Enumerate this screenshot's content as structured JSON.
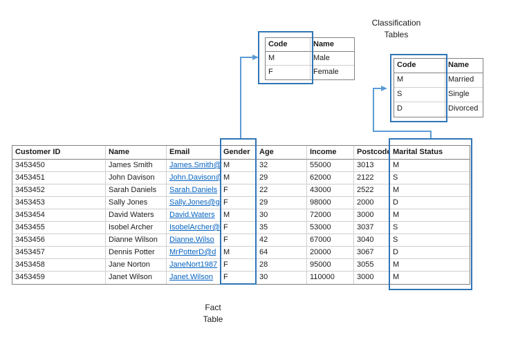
{
  "labels": {
    "classification_line1": "Classification",
    "classification_line2": "Tables",
    "fact_line1": "Fact",
    "fact_line2": "Table"
  },
  "gender_table": {
    "headers": [
      "Code",
      "Name"
    ],
    "rows": [
      [
        "M",
        "Male"
      ],
      [
        "F",
        "Female"
      ]
    ]
  },
  "marital_table": {
    "headers": [
      "Code",
      "Name"
    ],
    "rows": [
      [
        "M",
        "Married"
      ],
      [
        "S",
        "Single"
      ],
      [
        "D",
        "Divorced"
      ]
    ]
  },
  "fact_table": {
    "headers": [
      "Customer ID",
      "Name",
      "Email",
      "Gender",
      "Age",
      "Income",
      "Postcode",
      "Marital Status"
    ],
    "rows": [
      [
        "3453450",
        "James Smith",
        "James.Smith@",
        "M",
        "32",
        "55000",
        "3013",
        "M"
      ],
      [
        "3453451",
        "John Davison",
        "John.Davison@",
        "M",
        "29",
        "62000",
        "2122",
        "S"
      ],
      [
        "3453452",
        "Sarah Daniels",
        "Sarah.Daniels",
        "F",
        "22",
        "43000",
        "2522",
        "M"
      ],
      [
        "3453453",
        "Sally Jones",
        "Sally.Jones@g",
        "F",
        "29",
        "98000",
        "2000",
        "D"
      ],
      [
        "3453454",
        "David Waters",
        "David.Waters",
        "M",
        "30",
        "72000",
        "3000",
        "M"
      ],
      [
        "3453455",
        "Isobel Archer",
        "IsobelArcher@",
        "F",
        "35",
        "53000",
        "3037",
        "S"
      ],
      [
        "3453456",
        "Dianne Wilson",
        "Dianne.Wilso",
        "F",
        "42",
        "67000",
        "3040",
        "S"
      ],
      [
        "3453457",
        "Dennis Potter",
        "MrPotterD@d",
        "M",
        "64",
        "20000",
        "3067",
        "D"
      ],
      [
        "3453458",
        "Jane Norton",
        "JaneNort1987",
        "F",
        "28",
        "95000",
        "3055",
        "M"
      ],
      [
        "3453459",
        "Janet Wilson",
        "Janet.Wilson",
        "F",
        "30",
        "110000",
        "3000",
        "M"
      ]
    ]
  },
  "colors": {
    "highlight_box": "#2E75B6",
    "connector": "#5B9BD5",
    "hyperlink": "#0563C1",
    "table_outer_border": "#808080",
    "gridline": "#d0cece"
  }
}
